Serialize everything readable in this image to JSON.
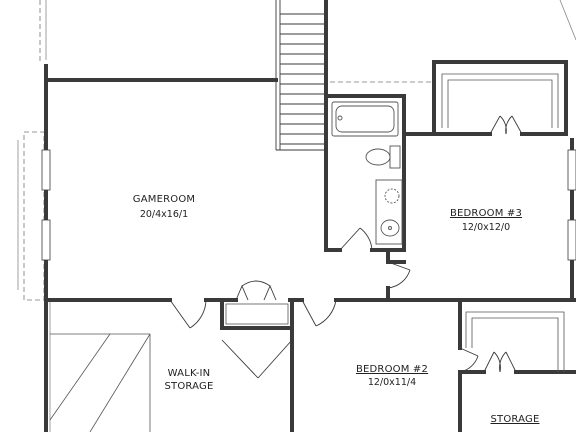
{
  "rooms": {
    "gameroom": {
      "name": "GAMEROOM",
      "dims": "20/4x16/1"
    },
    "bedroom3": {
      "name": "BEDROOM #3",
      "dims": "12/0x12/0"
    },
    "bedroom2": {
      "name": "BEDROOM #2",
      "dims": "12/0x11/4"
    },
    "walkin_storage": {
      "line1": "WALK-IN",
      "line2": "STORAGE"
    },
    "storage": {
      "name": "STORAGE"
    }
  },
  "colors": {
    "wall": "#3a3a3a",
    "fixture": "#555555",
    "background": "#ffffff"
  }
}
